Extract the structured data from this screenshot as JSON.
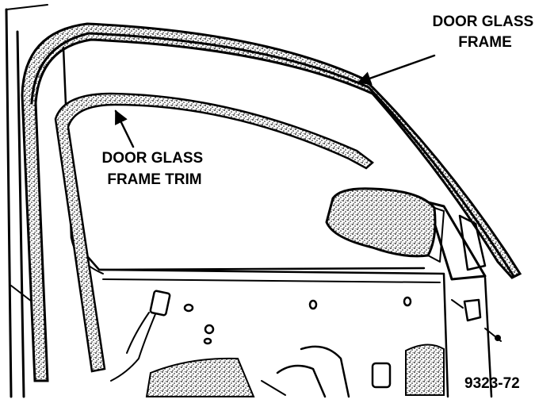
{
  "labels": {
    "door_glass_frame": [
      "DOOR GLASS",
      "FRAME"
    ],
    "door_glass_frame_trim": [
      "DOOR GLASS",
      "FRAME TRIM"
    ]
  },
  "figure_number": "9323-72",
  "colors": {
    "ink": "#000000",
    "paper": "#ffffff"
  }
}
